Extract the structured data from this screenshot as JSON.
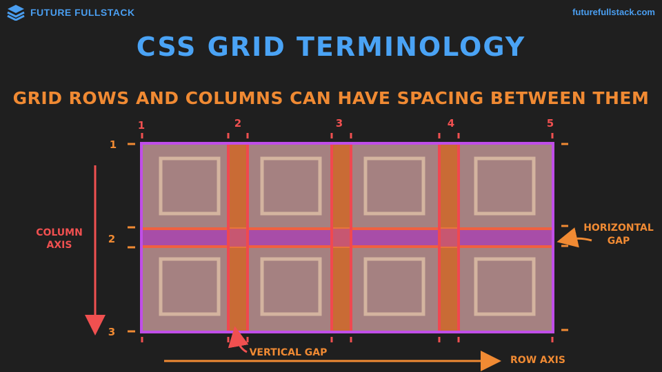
{
  "brand": {
    "name": "FUTURE FULLSTACK",
    "logo_icon": "stacked-layers-icon"
  },
  "site_url": "futurefullstack.com",
  "title": "CSS GRID TERMINOLOGY",
  "subtitle": "GRID ROWS AND COLUMNS CAN HAVE SPACING BETWEEN THEM",
  "column_line_numbers": [
    "1",
    "2",
    "3",
    "4",
    "5"
  ],
  "row_line_numbers": [
    "1",
    "2",
    "3"
  ],
  "labels": {
    "column_axis_line1": "COLUMN",
    "column_axis_line2": "AXIS",
    "row_axis": "ROW AXIS",
    "horizontal_gap_line1": "HORIZONTAL",
    "horizontal_gap_line2": "GAP",
    "vertical_gap": "VERTICAL GAP"
  },
  "colors": {
    "background": "#1f1f1f",
    "brand_blue": "#4a9ef0",
    "title_blue": "#4aa3f5",
    "orange": "#f08a33",
    "red_line": "#f05050",
    "grid_border": "#c04ee8",
    "cell_fill": "#b48c8c",
    "inner_box": "#c9a896",
    "gap_fill": "#e8793a"
  }
}
